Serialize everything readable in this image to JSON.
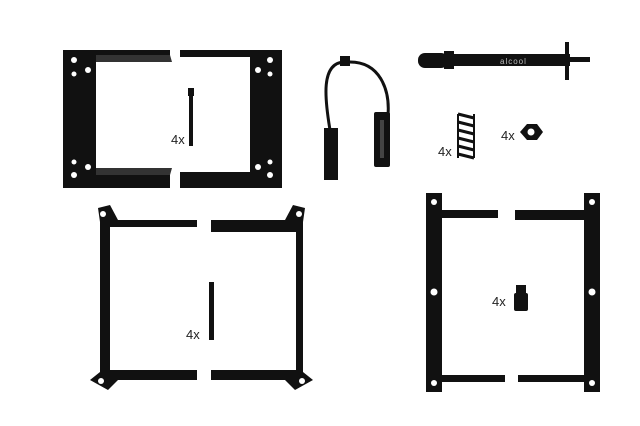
{
  "photo": {
    "syringe_logo": "alcool",
    "quantity_labels": [
      "4x",
      "4x",
      "4x",
      "4x",
      "4x"
    ],
    "colors": {
      "part": "#111111",
      "background": "#ffffff",
      "logo": "#bbbbbb"
    }
  }
}
